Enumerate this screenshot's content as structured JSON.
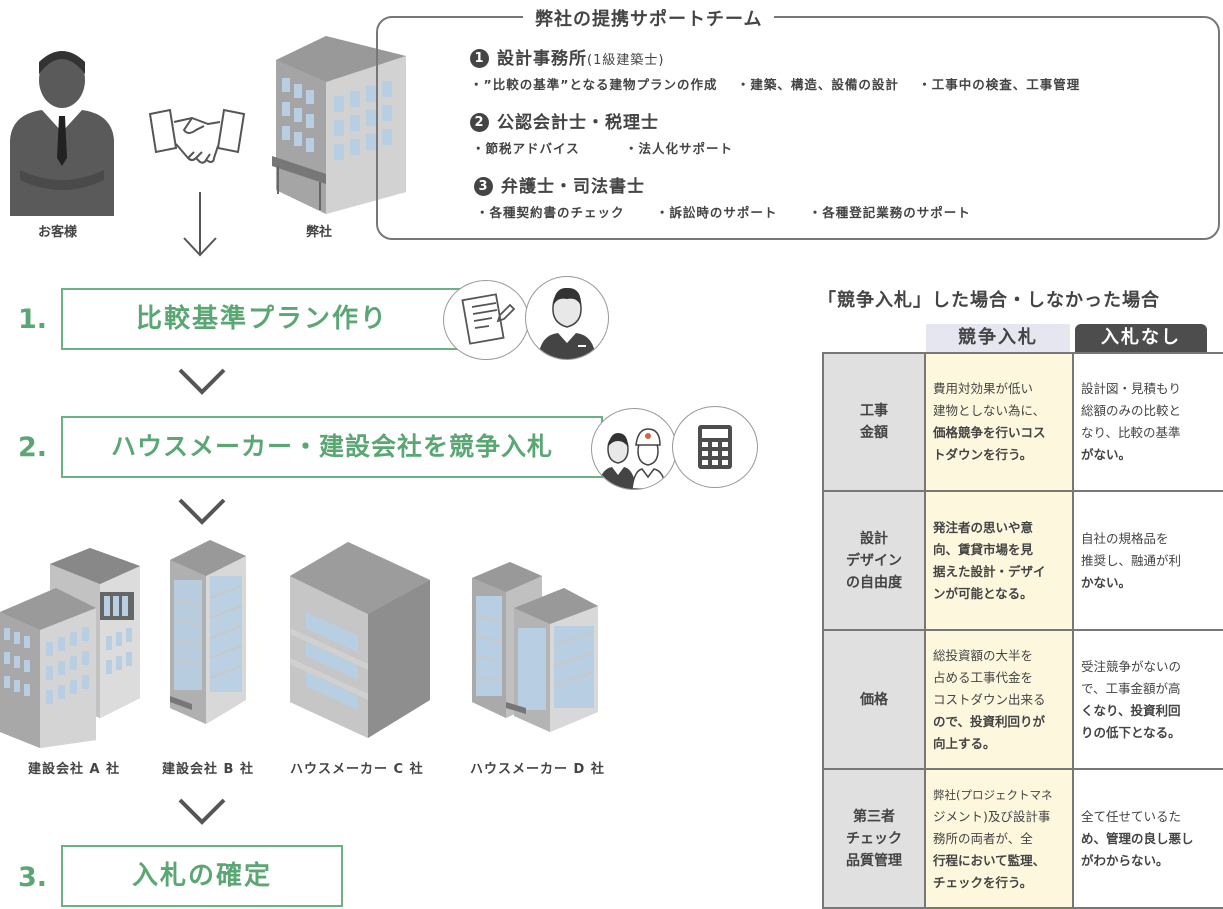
{
  "team": {
    "title": "弊社の提携サポートチーム",
    "groups": [
      {
        "num": "1",
        "name": "設計事務所",
        "sub": "(1級建築士)",
        "items": [
          "・”比較の基準”となる建物プランの作成",
          "・建築、構造、設備の設計",
          "・工事中の検査、工事管理"
        ]
      },
      {
        "num": "2",
        "name": "公認会計士・税理士",
        "sub": "",
        "items": [
          "・節税アドバイス",
          "・法人化サポート"
        ]
      },
      {
        "num": "3",
        "name": "弁護士・司法書士",
        "sub": "",
        "items": [
          "・各種契約書のチェック",
          "・訴訟時のサポート",
          "・各種登記業務のサポート"
        ]
      }
    ]
  },
  "labels": {
    "customer": "お客様",
    "company": "弊社"
  },
  "steps": [
    {
      "num": "1.",
      "label": "比較基準プラン作り"
    },
    {
      "num": "2.",
      "label": "ハウスメーカー・建設会社を競争入札"
    },
    {
      "num": "3.",
      "label": "入札の確定"
    }
  ],
  "buildings": [
    "建設会社 A 社",
    "建設会社 B 社",
    "ハウスメーカー C 社",
    "ハウスメーカー D 社"
  ],
  "comparison": {
    "title": "「競争入札」した場合・しなかった場合",
    "col_compete": "競争入札",
    "col_none": "入札なし",
    "rows": [
      {
        "head": [
          "工事",
          "金額"
        ],
        "compete": [
          "費用対効果が低い",
          "建物としない為に、",
          "価格競争を行いコス",
          "トダウンを行う。"
        ],
        "none": [
          "設計図・見積もり",
          "総額のみの比較と",
          "なり、比較の基準",
          "がない。"
        ]
      },
      {
        "head": [
          "設計",
          "デザイン",
          "の自由度"
        ],
        "compete": [
          "発注者の思いや意",
          "向、賃貸市場を見",
          "据えた設計・デザイ",
          "ンが可能となる。"
        ],
        "none": [
          "自社の規格品を",
          "推奨し、融通が利",
          "かない。"
        ]
      },
      {
        "head": [
          "価格"
        ],
        "compete": [
          "総投資額の大半を",
          "占める工事代金を",
          "コストダウン出来る",
          "ので、投資利回りが",
          "向上する。"
        ],
        "none": [
          "受注競争がないの",
          "で、工事金額が高",
          "くなり、投資利回",
          "りの低下となる。"
        ]
      },
      {
        "head": [
          "第三者",
          "チェック",
          "品質管理"
        ],
        "compete": [
          "弊社(プロジェクトマネ",
          "ジメント)及び設計事",
          "務所の両者が、全",
          "行程において監理、",
          "チェックを行う。"
        ],
        "none": [
          "全て任せているた",
          "め、管理の良し悪し",
          "がわからない。"
        ]
      }
    ]
  },
  "colors": {
    "green": "#5aa774",
    "dark": "#4d4d4d",
    "yellow": "#fdf8dd",
    "lavender": "#e6e6f0"
  }
}
